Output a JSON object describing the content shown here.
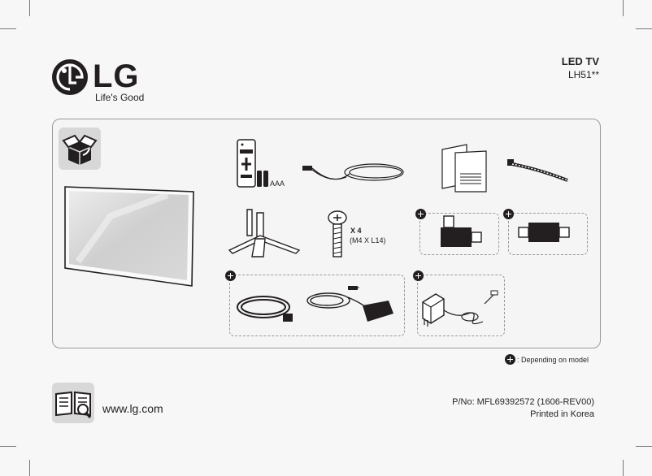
{
  "brand": {
    "logo_text": "LG",
    "tagline": "Life's Good",
    "color": "#231f20"
  },
  "product": {
    "title": "LED TV",
    "model": "LH51**"
  },
  "contents": {
    "box_icon": "package-box-icon",
    "tv": "tv-set",
    "remote": {
      "icon": "remote-control-icon",
      "battery_label": "AAA"
    },
    "antenna_cable": "antenna-cable-icon",
    "manuals": "manual-booklet-icon",
    "cable_tie": "cable-tie-icon",
    "stand": "stand-icon",
    "screws": {
      "icon": "screw-icon",
      "quantity": "X 4",
      "size": "(M4 X L14)"
    },
    "optional_items": [
      "rf-adapter-angled-icon",
      "rf-adapter-straight-icon",
      "power-cord-icon",
      "ac-adapter-icon",
      "wall-adapter-icon"
    ]
  },
  "note": {
    "icon": "plus-circle-icon",
    "text": ": Depending on model"
  },
  "footer": {
    "manual_icon": "manual-search-icon",
    "website": "www.lg.com",
    "part_number": "P/No: MFL69392572 (1606-REV00)",
    "printed": "Printed in Korea"
  }
}
